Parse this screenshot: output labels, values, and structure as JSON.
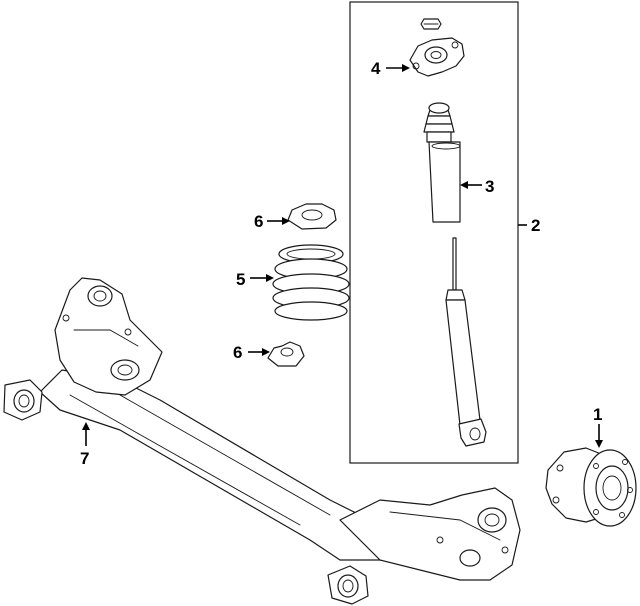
{
  "callouts": {
    "c1": "1",
    "c2": "2",
    "c3": "3",
    "c4": "4",
    "c5": "5",
    "c6_upper": "6",
    "c6_lower": "6",
    "c7": "7"
  },
  "colors": {
    "line": "#1a1a1a",
    "background": "#ffffff"
  }
}
